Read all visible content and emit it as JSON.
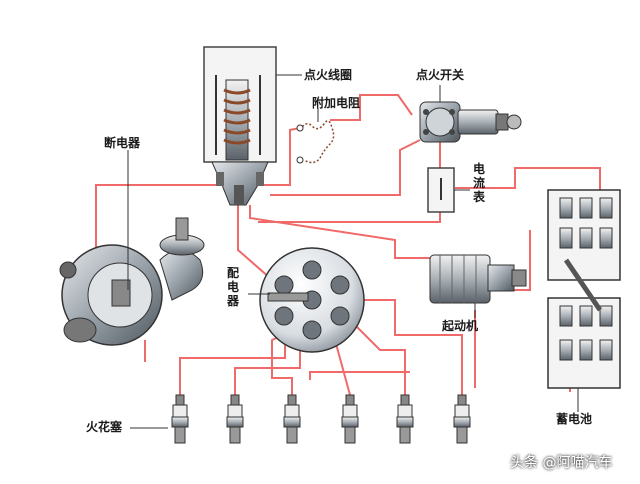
{
  "labels": {
    "ignition_coil": "点火线圈",
    "extra_resistor": "附加电阻",
    "ignition_switch": "点火开关",
    "breaker": "断电器",
    "ammeter": "电流表",
    "distributor": "配电器",
    "starter": "起动机",
    "spark_plug": "火花塞",
    "battery": "蓄电池"
  },
  "watermark": "头条 @阿喵汽车",
  "colors": {
    "wire": "#f06a6a",
    "body_metal": "#9aa2aa",
    "coil_copper": "#8a4a2a",
    "background": "#ffffff"
  }
}
